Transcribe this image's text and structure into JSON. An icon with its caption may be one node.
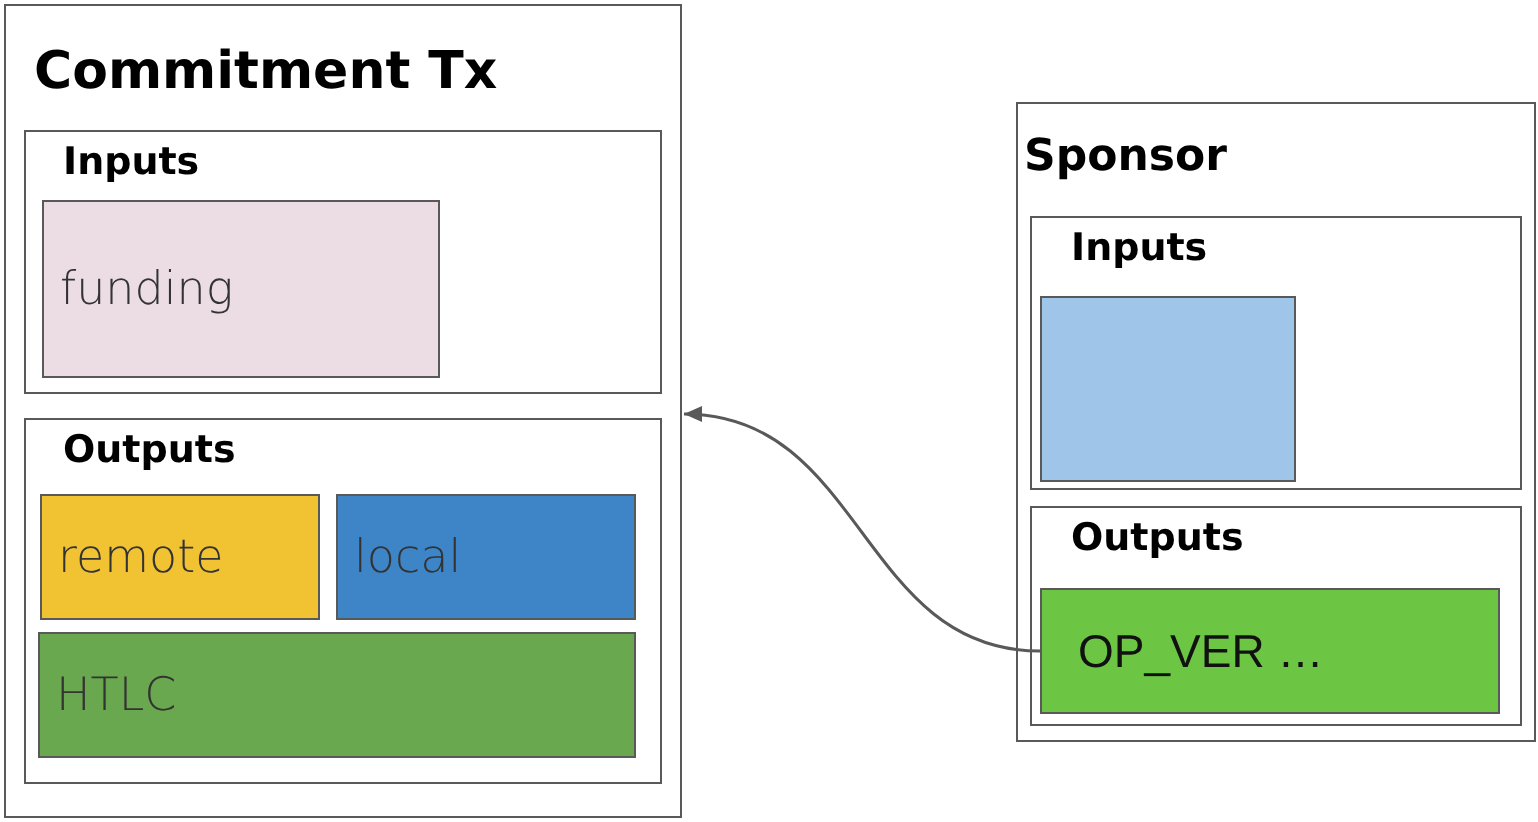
{
  "diagram": {
    "nodes": [
      {
        "text": [
          "Commitment Tx"
        ]
      },
      {
        "text": [
          "Inputs"
        ],
        "in": 0
      },
      {
        "text": [
          "funding"
        ],
        "in": 1
      },
      {
        "text": [
          "Outputs"
        ],
        "in": 0
      },
      {
        "text": [
          "remote"
        ],
        "in": 3
      },
      {
        "text": [
          "local"
        ],
        "in": 3
      },
      {
        "text": [
          "HTLC"
        ],
        "in": 3
      },
      {
        "text": [
          "Sponsor"
        ]
      },
      {
        "text": [
          "Inputs"
        ],
        "in": 7
      },
      {
        "text": [],
        "shape": "box",
        "in": 8
      },
      {
        "text": [
          "Outputs"
        ],
        "in": 7
      },
      {
        "text": [
          "OP_VER …"
        ],
        "in": 10
      }
    ],
    "edges": [
      {
        "from": 11,
        "to": 0,
        "arrow": "to"
      }
    ]
  }
}
